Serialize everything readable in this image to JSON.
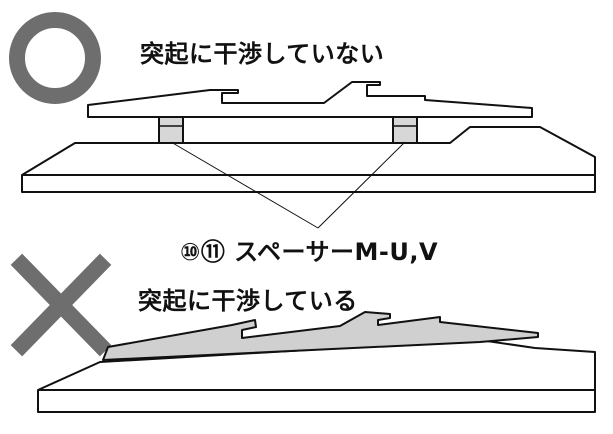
{
  "labels": {
    "ok_caption": "突起に干渉していない",
    "spacer_caption": "⑩⑪ スペーサーM-U,V",
    "ng_caption": "突起に干渉している"
  },
  "icons": {
    "ok_symbol": "circle-icon",
    "ng_symbol": "cross-icon"
  },
  "colors": {
    "symbol_gray": "#6e6e6e",
    "spacer_fill": "#d7d7d7",
    "tilted_part_fill": "#d0d0d0",
    "outline": "#111111",
    "background": "#ffffff"
  }
}
